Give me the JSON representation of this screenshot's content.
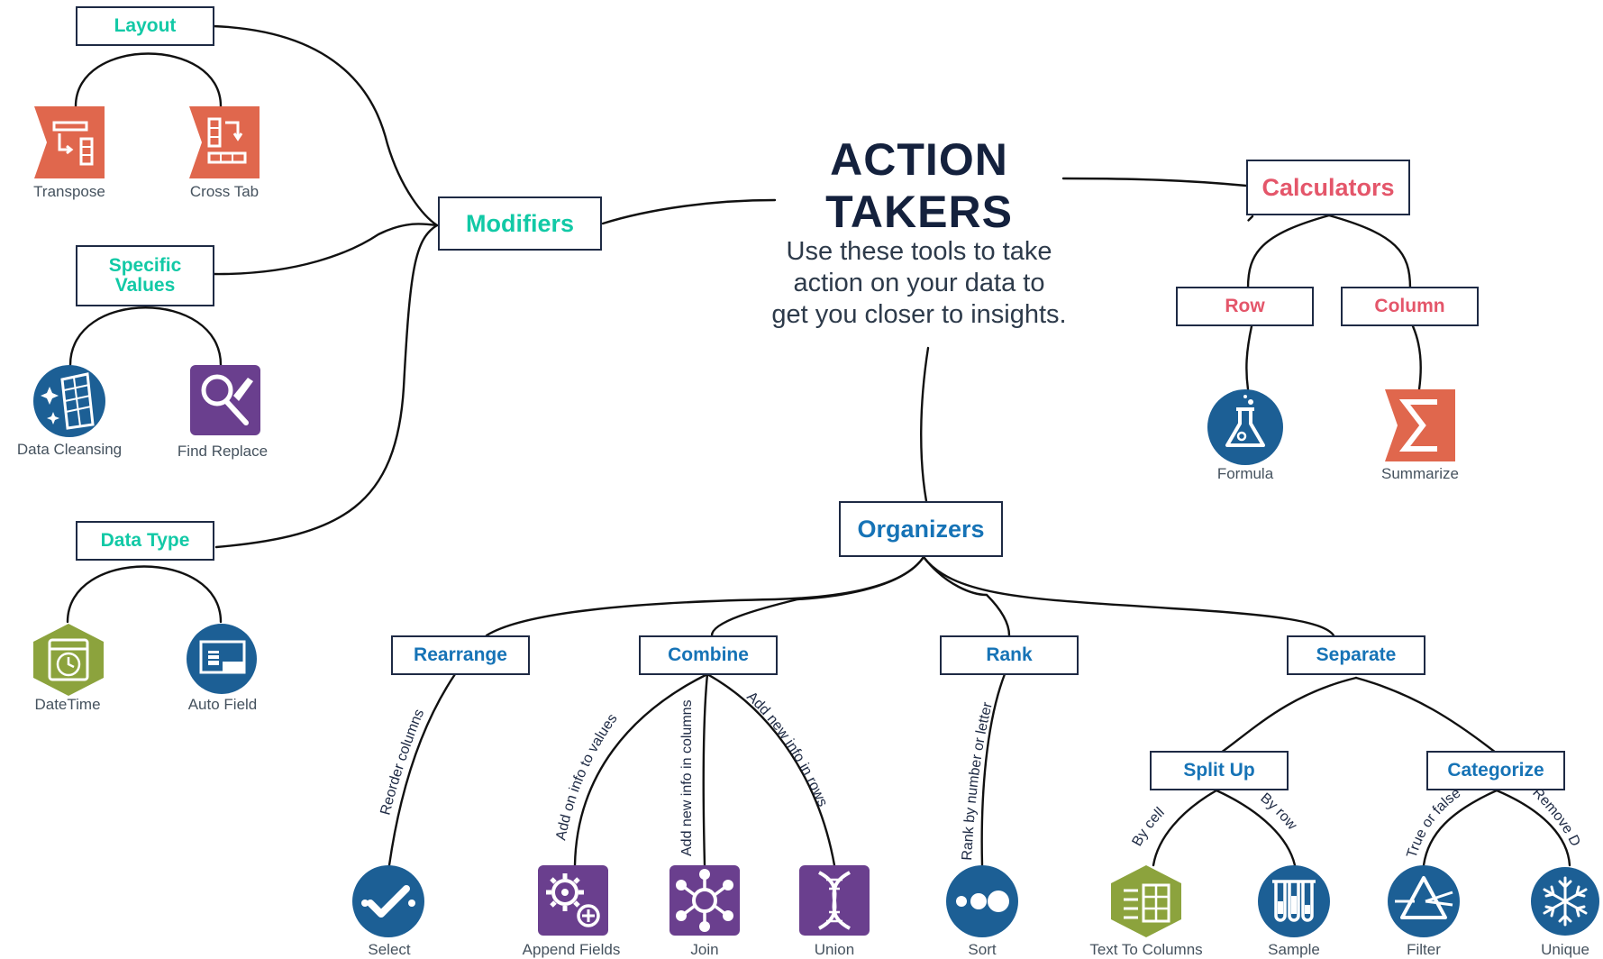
{
  "title": {
    "line1": "ACTION",
    "line2": "TAKERS"
  },
  "subtitle": {
    "line1": "Use these tools to take",
    "line2": "action on your data to",
    "line3": "get you closer to insights."
  },
  "colors": {
    "teal": "#12c9a6",
    "pink": "#e4566a",
    "blue": "#1673b6",
    "navy": "#1e2a44",
    "orange_tool": "#e0674d",
    "blue_tool": "#1c5f95",
    "purple_tool": "#6a3f8e",
    "green_tool": "#8ca33d"
  },
  "modifiers": {
    "label": "Modifiers",
    "layout": {
      "label": "Layout",
      "tools": [
        {
          "label": "Transpose",
          "icon": "transpose-icon"
        },
        {
          "label": "Cross Tab",
          "icon": "cross-tab-icon"
        }
      ]
    },
    "specific_values": {
      "label_line1": "Specific",
      "label_line2": "Values",
      "tools": [
        {
          "label": "Data Cleansing",
          "icon": "data-cleansing-icon"
        },
        {
          "label": "Find Replace",
          "icon": "find-replace-icon"
        }
      ]
    },
    "data_type": {
      "label": "Data Type",
      "tools": [
        {
          "label": "DateTime",
          "icon": "datetime-icon"
        },
        {
          "label": "Auto Field",
          "icon": "auto-field-icon"
        }
      ]
    }
  },
  "calculators": {
    "label": "Calculators",
    "row": {
      "label": "Row",
      "tool": {
        "label": "Formula",
        "icon": "formula-icon"
      }
    },
    "column": {
      "label": "Column",
      "tool": {
        "label": "Summarize",
        "icon": "summarize-icon"
      }
    }
  },
  "organizers": {
    "label": "Organizers",
    "rearrange": {
      "label": "Rearrange",
      "edge": "Reorder columns",
      "tool": {
        "label": "Select",
        "icon": "select-icon"
      }
    },
    "combine": {
      "label": "Combine",
      "edges": [
        "Add on info to values",
        "Add new info in columns",
        "Add new info in rows"
      ],
      "tools": [
        {
          "label": "Append Fields",
          "icon": "append-fields-icon"
        },
        {
          "label": "Join",
          "icon": "join-icon"
        },
        {
          "label": "Union",
          "icon": "union-icon"
        }
      ]
    },
    "rank": {
      "label": "Rank",
      "edge": "Rank by number or letter",
      "tool": {
        "label": "Sort",
        "icon": "sort-icon"
      }
    },
    "separate": {
      "label": "Separate",
      "split_up": {
        "label": "Split Up",
        "edges": [
          "By cell",
          "By row"
        ],
        "tools": [
          {
            "label": "Text To Columns",
            "icon": "text-to-columns-icon"
          },
          {
            "label": "Sample",
            "icon": "sample-icon"
          }
        ]
      },
      "categorize": {
        "label": "Categorize",
        "edges": [
          "True or false",
          "Remove Duplicates"
        ],
        "tools": [
          {
            "label": "Filter",
            "icon": "filter-icon"
          },
          {
            "label": "Unique",
            "icon": "unique-icon"
          }
        ]
      }
    }
  }
}
